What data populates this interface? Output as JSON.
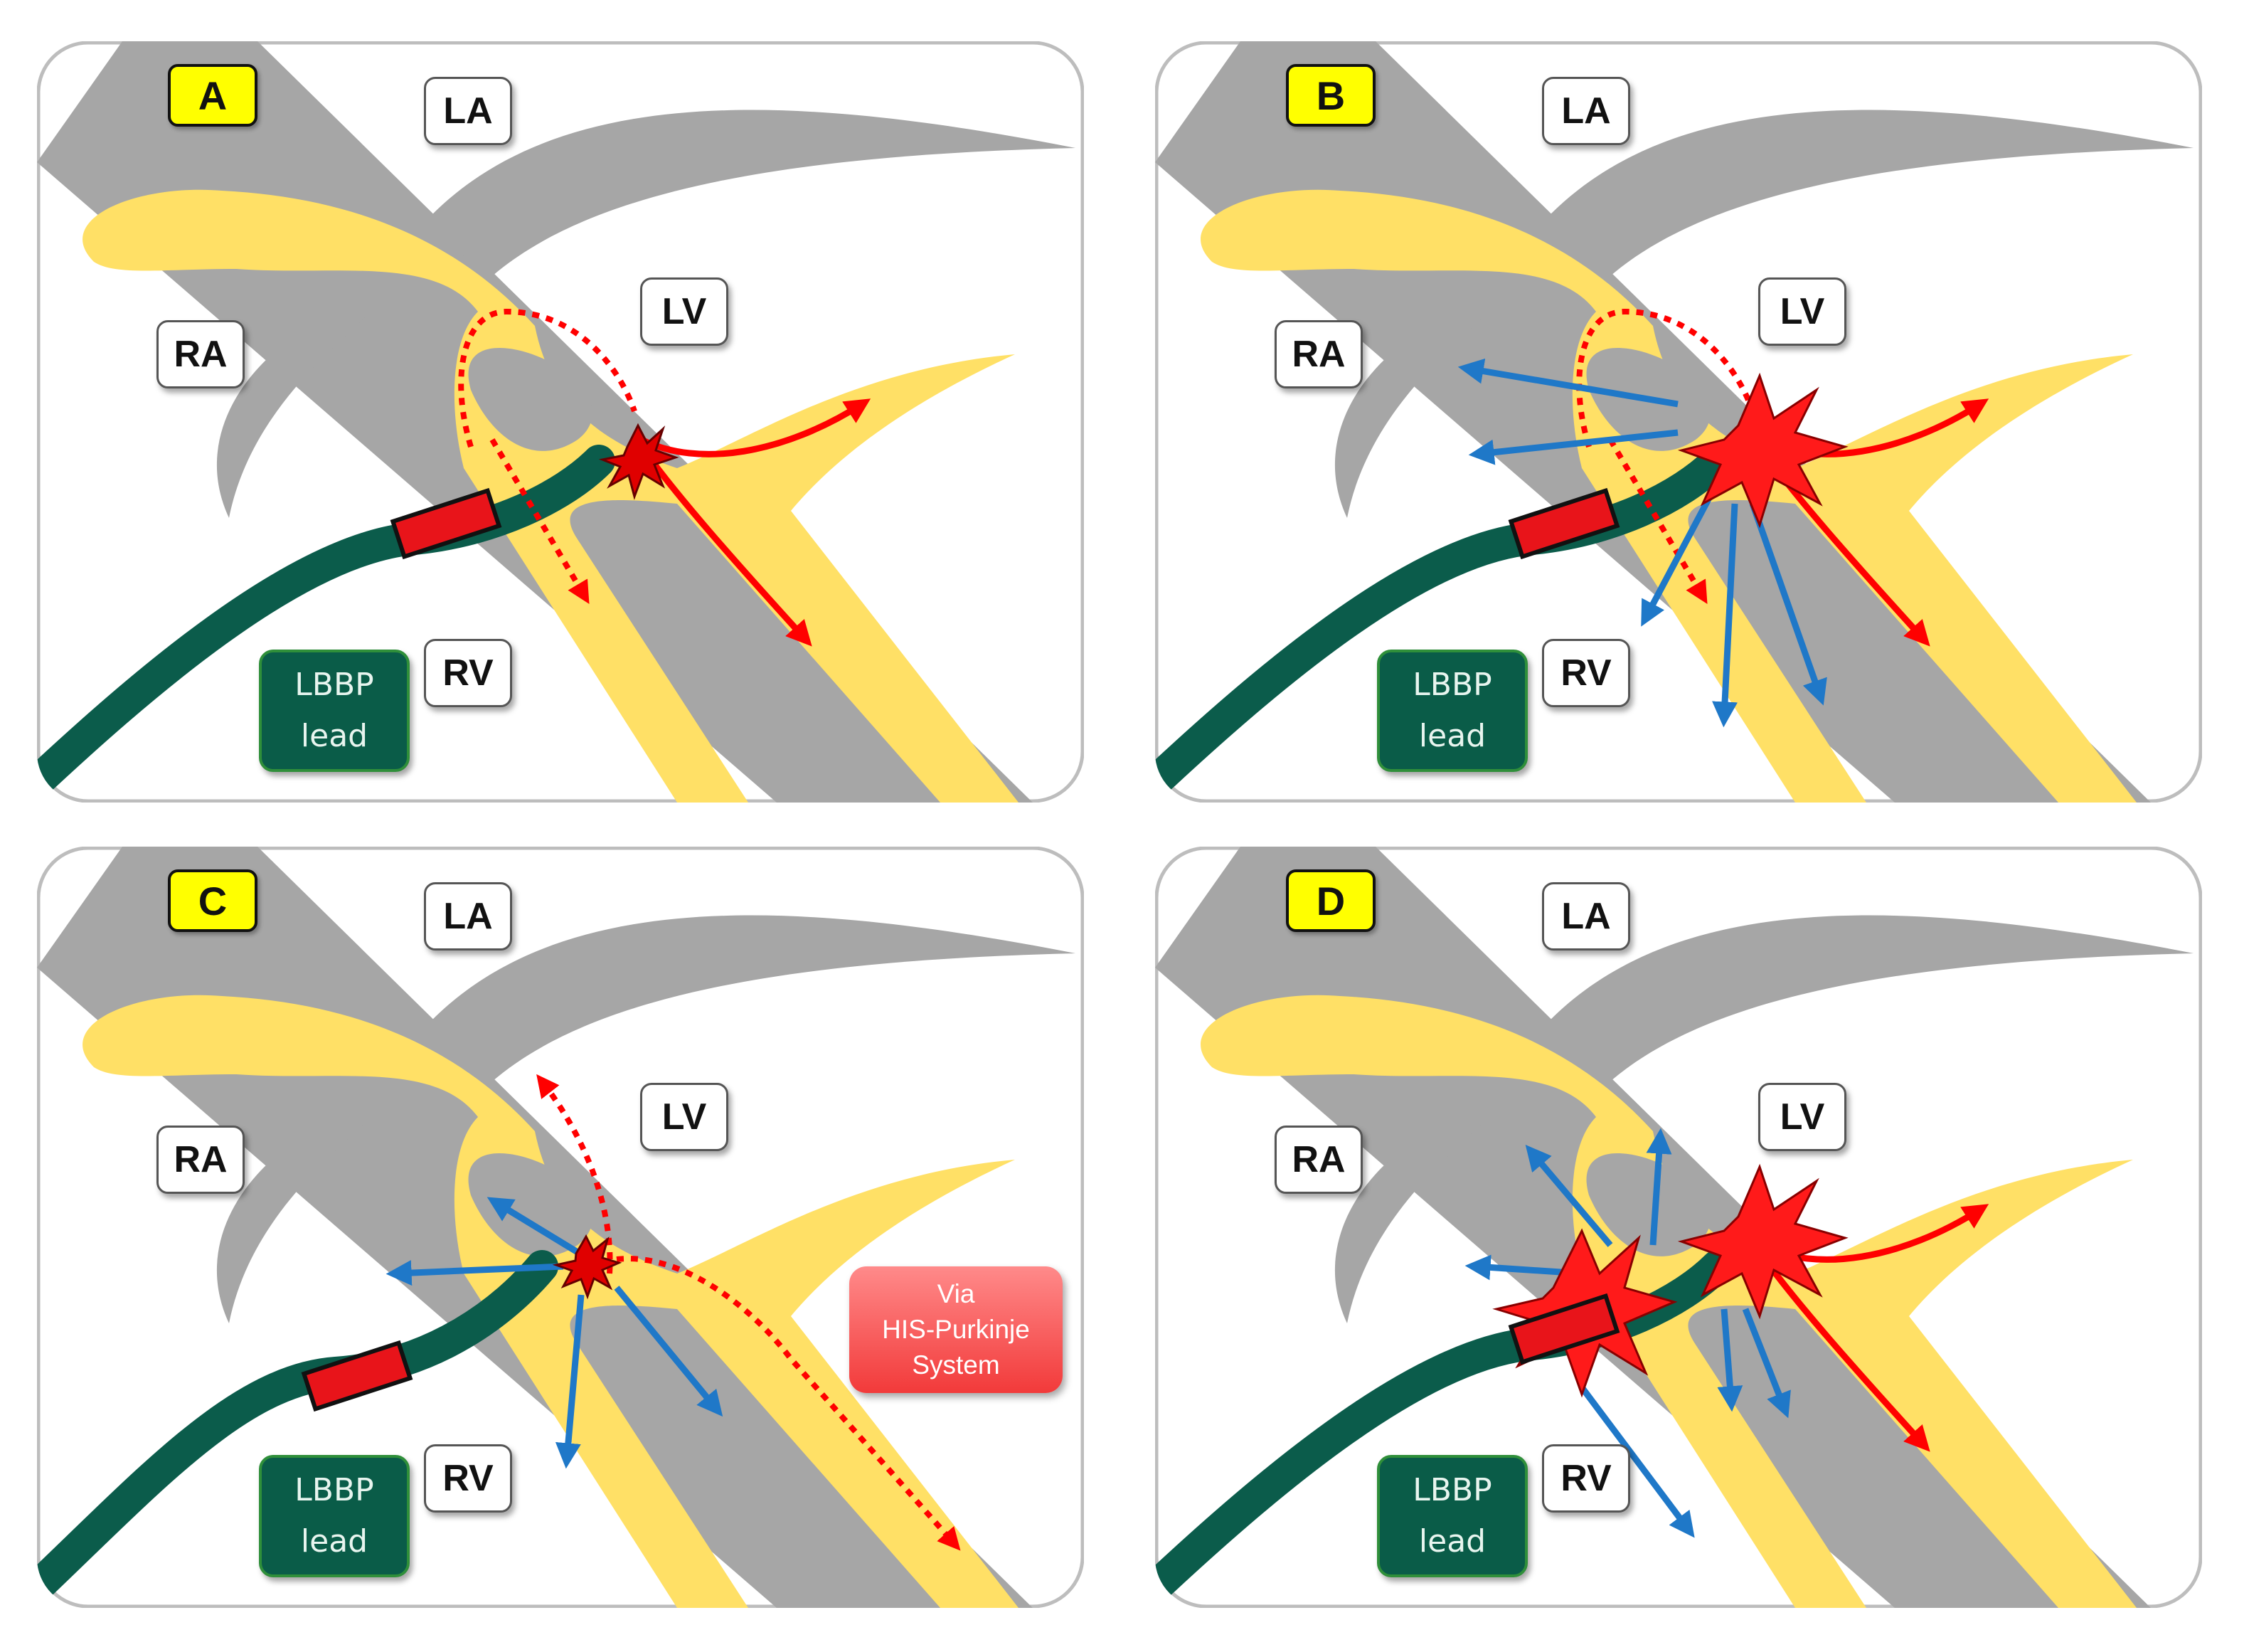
{
  "colors": {
    "background": "#ffffff",
    "septum_gray": "#a6a6a6",
    "conduction_yellow": "#ffe066",
    "lead_green": "#0b5c4b",
    "electrode_red": "#e8141a",
    "capture_red": "#ff0000",
    "depolarization_blue": "#1f78c8",
    "letter_tag_yellow": "#ffff00"
  },
  "panels": [
    {
      "letter": "A",
      "labels": {
        "la": "LA",
        "lv": "LV",
        "ra": "RA",
        "rv": "RV"
      },
      "lead": {
        "line1": "LBBP",
        "line2": "lead"
      }
    },
    {
      "letter": "B",
      "labels": {
        "la": "LA",
        "lv": "LV",
        "ra": "RA",
        "rv": "RV"
      },
      "lead": {
        "line1": "LBBP",
        "line2": "lead"
      }
    },
    {
      "letter": "C",
      "labels": {
        "la": "LA",
        "lv": "LV",
        "ra": "RA",
        "rv": "RV"
      },
      "lead": {
        "line1": "LBBP",
        "line2": "lead"
      },
      "note": {
        "line1": "Via",
        "line2": "HIS-Purkinje",
        "line3": "System"
      }
    },
    {
      "letter": "D",
      "labels": {
        "la": "LA",
        "lv": "LV",
        "ra": "RA",
        "rv": "RV"
      },
      "lead": {
        "line1": "LBBP",
        "line2": "lead"
      }
    }
  ]
}
